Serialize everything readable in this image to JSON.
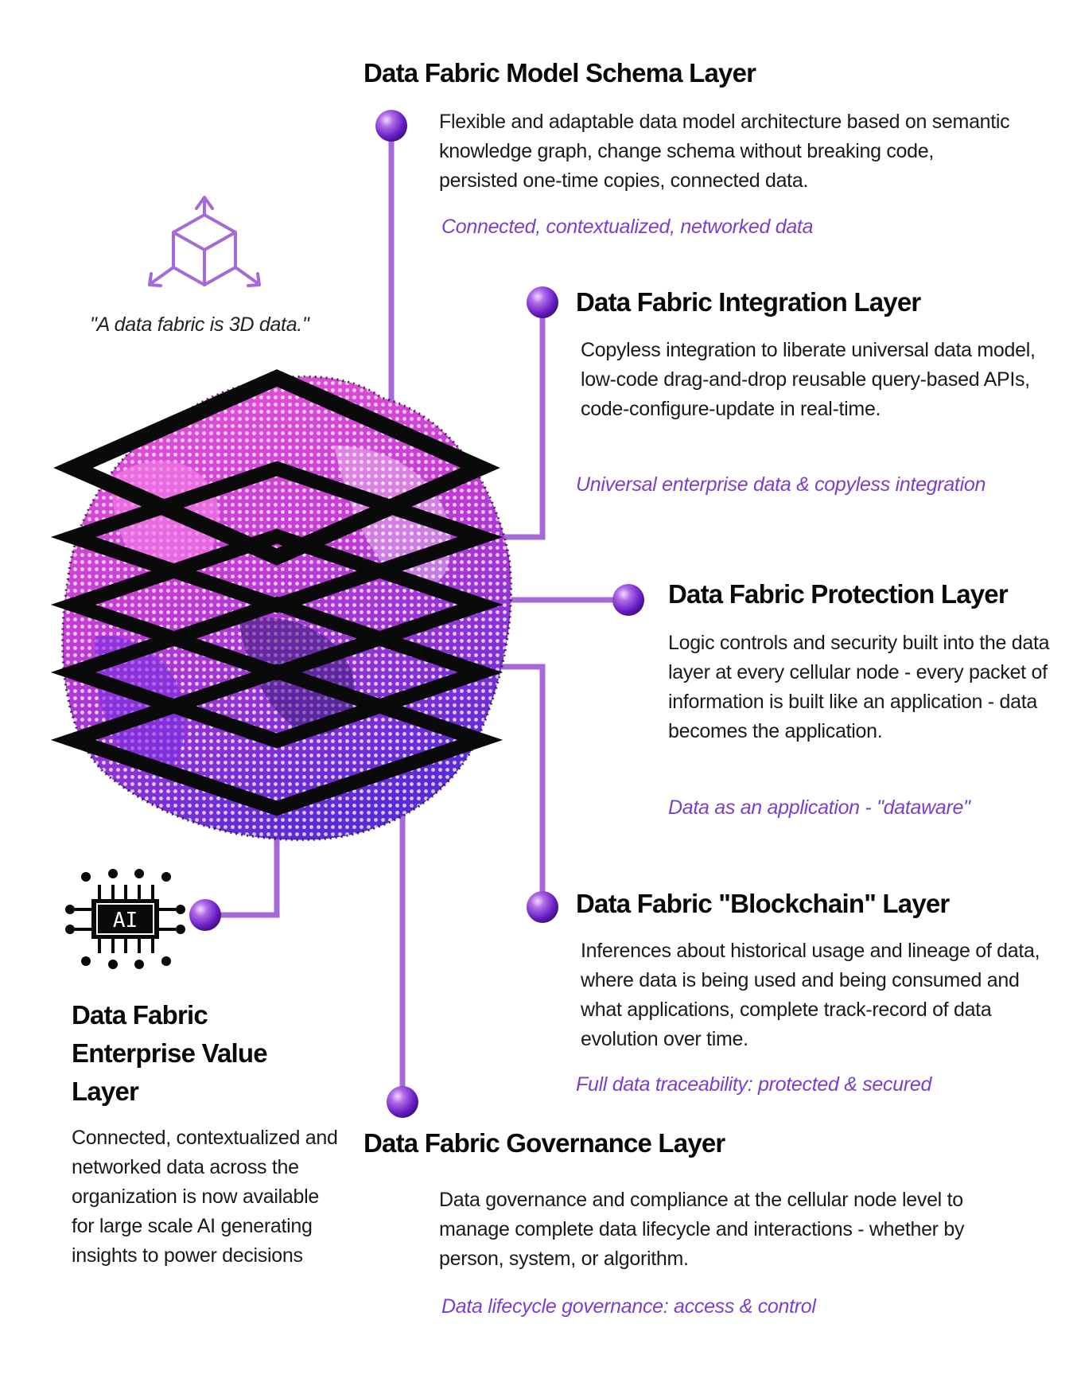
{
  "colors": {
    "accent": "#8b4fd6",
    "connector": "#a56ad8",
    "text": "#111111",
    "tagline": "#7b3fd0",
    "outline": "#0a0a0a",
    "pattern_magenta": "#d93fd0",
    "pattern_violet": "#6f2bd9"
  },
  "icons": {
    "cube": "cube-3d-arrows-icon",
    "ai": "ai-chip-icon",
    "node": "purple-sphere-node-icon"
  },
  "quote": "\"A data fabric is 3D data.\"",
  "ai_label": "AI",
  "layers": {
    "model_schema": {
      "title": "Data Fabric Model Schema Layer",
      "description": "Flexible and adaptable data model architecture based on semantic knowledge graph, change schema without breaking code, persisted one-time copies, connected data.",
      "tagline": "Connected, contextualized, networked data"
    },
    "integration": {
      "title": "Data Fabric Integration Layer",
      "description": "Copyless integration to liberate universal data model, low-code drag-and-drop reusable query-based APIs, code-configure-update in real-time.",
      "tagline": "Universal enterprise data & copyless integration"
    },
    "protection": {
      "title": "Data Fabric Protection Layer",
      "description": "Logic controls and security built into the data layer at every cellular node - every packet of information is built like an application - data becomes the application.",
      "tagline": "Data as an application - \"dataware\""
    },
    "blockchain": {
      "title": "Data Fabric \"Blockchain\" Layer",
      "description": "Inferences about historical usage and lineage of data, where data is being used and being consumed and what applications, complete track-record of data evolution over time.",
      "tagline": "Full data traceability: protected & secured"
    },
    "governance": {
      "title": "Data Fabric Governance Layer",
      "description": "Data governance and compliance at the cellular node level to manage complete data lifecycle and interactions - whether by person, system, or algorithm.",
      "tagline": "Data lifecycle governance: access & control"
    },
    "enterprise_value": {
      "title": "Data Fabric Enterprise Value Layer",
      "description": "Connected, contextualized and networked data across the organization is now available for large scale AI generating insights to power decisions"
    }
  }
}
